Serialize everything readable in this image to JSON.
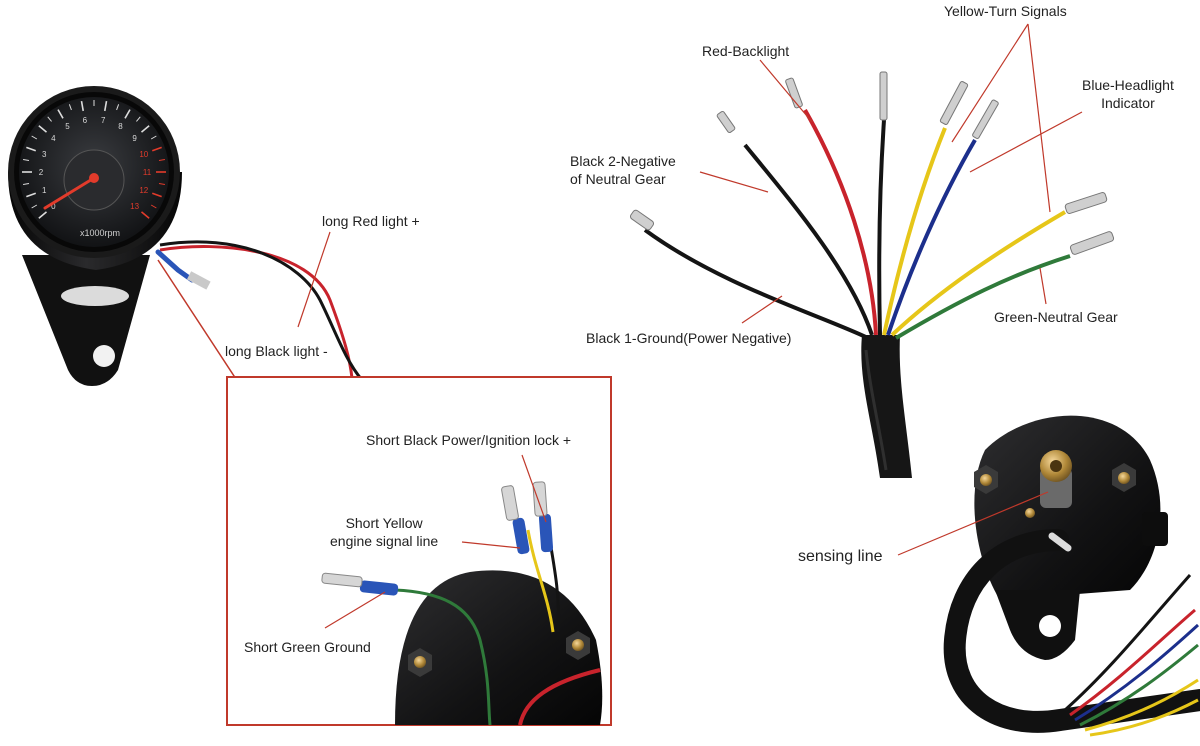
{
  "gauge": {
    "numbers": [
      "0",
      "1",
      "2",
      "3",
      "4",
      "5",
      "6",
      "7",
      "8",
      "9",
      "10",
      "11",
      "12",
      "13"
    ],
    "unit": "x1000rpm"
  },
  "labels": {
    "long_red": "long Red light +",
    "long_black": "long Black light -",
    "short_black": "Short Black Power/Ignition lock +",
    "short_yellow": "Short Yellow\nengine signal line",
    "short_green": "Short Green Ground",
    "red_backlight": "Red-Backlight",
    "yellow_turn": "Yellow-Turn Signals",
    "blue_headlight": "Blue-Headlight\nIndicator",
    "black2": "Black 2-Negative\nof Neutral Gear",
    "green_neutral": "Green-Neutral Gear",
    "black1": "Black 1-Ground(Power Negative)",
    "sensing": "sensing line"
  },
  "colors": {
    "wire_red": "#c8232c",
    "wire_black": "#141414",
    "wire_yellow": "#e6c619",
    "wire_blue": "#1c2f8c",
    "wire_green": "#2f7a3a",
    "leader_red": "#c0392b",
    "callout_box": "#c0392b",
    "gauge_red": "#e23b2b",
    "connector_blue": "#2a55b8"
  }
}
